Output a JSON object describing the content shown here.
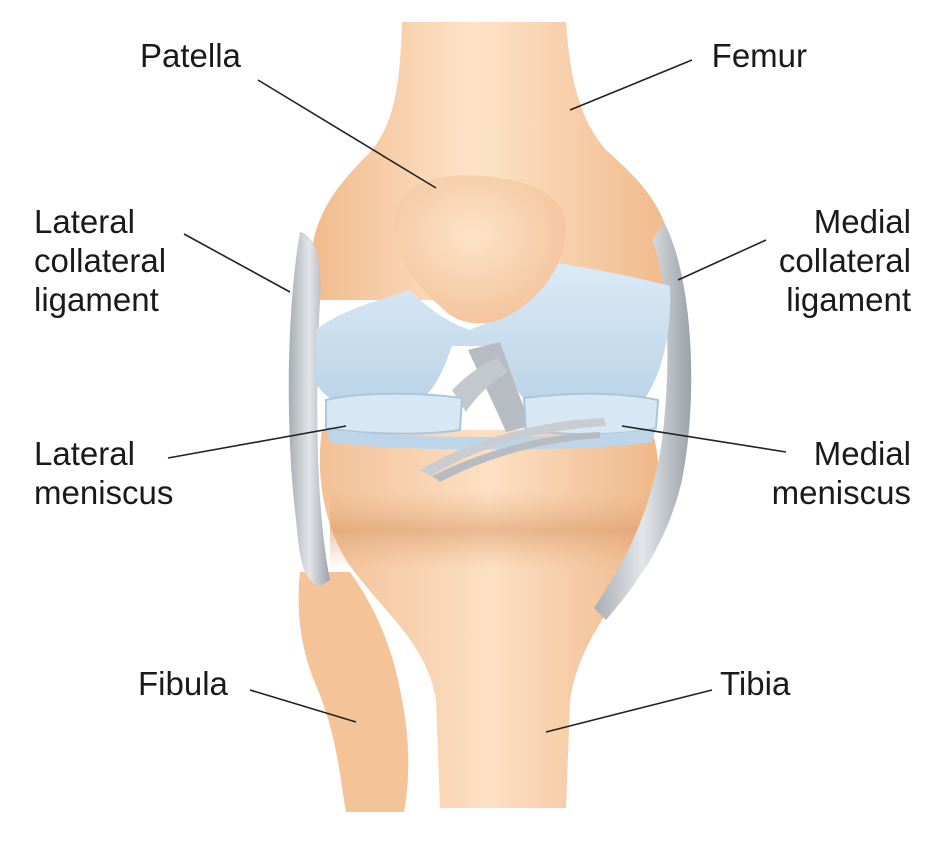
{
  "labels": {
    "patella": "Patella",
    "femur": "Femur",
    "lateral_collateral_ligament": [
      "Lateral",
      "collateral",
      "ligament"
    ],
    "medial_collateral_ligament": [
      "Medial",
      "collateral",
      "ligament"
    ],
    "lateral_meniscus": [
      "Lateral",
      "meniscus"
    ],
    "medial_meniscus": [
      "Medial",
      "meniscus"
    ],
    "fibula": "Fibula",
    "tibia": "Tibia"
  },
  "colors": {
    "bone": "#f6c9a0",
    "bone_highlight": "#fde3c8",
    "bone_shadow": "#e8ad7e",
    "cartilage": "#cfe3f2",
    "cartilage_shadow": "#a9c7de",
    "ligament": "#c9cdd2",
    "ligament_dark": "#9aa1a8",
    "leader_line": "#222222"
  }
}
